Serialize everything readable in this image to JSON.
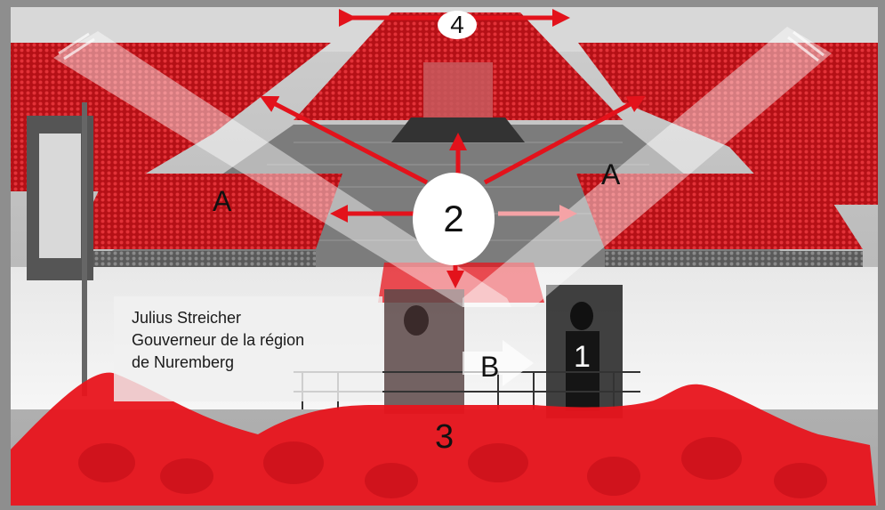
{
  "labels": {
    "num_1": "1",
    "num_2": "2",
    "num_3": "3",
    "num_4": "4",
    "a_left": "A",
    "a_right": "A",
    "b": "B"
  },
  "caption": {
    "line1": "Julius Streicher",
    "line2": "Gouverneur de la région",
    "line3": "de Nuremberg"
  },
  "colors": {
    "highlight_red": "#e8141c",
    "crowd_red": "#d9141c",
    "arrow_red": "#e3121b",
    "beam_white": "#ffffff",
    "background_gray": "#9a9a9a"
  }
}
